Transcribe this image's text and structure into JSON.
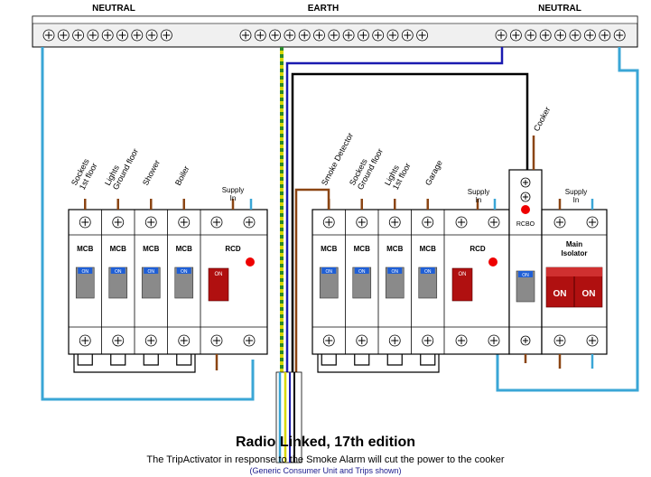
{
  "bus_labels": {
    "neutral_left": "NEUTRAL",
    "earth": "EARTH",
    "neutral_right": "NEUTRAL"
  },
  "left_unit": {
    "circuits": [
      "Sockets 1st floor",
      "Lights Ground floor",
      "Shower",
      "Boiler"
    ],
    "supply_label": "Supply In",
    "breakers": [
      "MCB",
      "MCB",
      "MCB",
      "MCB"
    ],
    "rcd_label": "RCD",
    "on_label": "ON"
  },
  "right_unit": {
    "circuits": [
      "Smoke Detector",
      "Sockets Ground floor",
      "Lights 1st floor",
      "Garage"
    ],
    "supply_label": "Supply In",
    "breakers": [
      "MCB",
      "MCB",
      "MCB",
      "MCB"
    ],
    "rcd_label": "RCD",
    "rcbo_label": "RCBO",
    "cooker_label": "Cooker",
    "isolator_supply_label": "Supply In",
    "main_isolator_label": "Main Isolator",
    "on_label": "ON"
  },
  "caption": {
    "title": "Radio Linked, 17th edition",
    "subtitle": "The TripActivator in response to the Smoke Alarm will cut the power to the cooker",
    "note": "(Generic Consumer Unit and Trips shown)"
  },
  "colors": {
    "neutral_wire": "#3aa6d6",
    "earth_yellow": "#d8d800",
    "earth_green": "#2a8a2a",
    "live_black": "#000000",
    "neutral_blue_dark": "#1a1ab0",
    "tail_brown": "#8b4513",
    "button_grey": "#8a8a8a",
    "rcd_red": "#b01010",
    "on_tab_blue": "#1f5fd6",
    "indicator_red": "#ee0000"
  }
}
